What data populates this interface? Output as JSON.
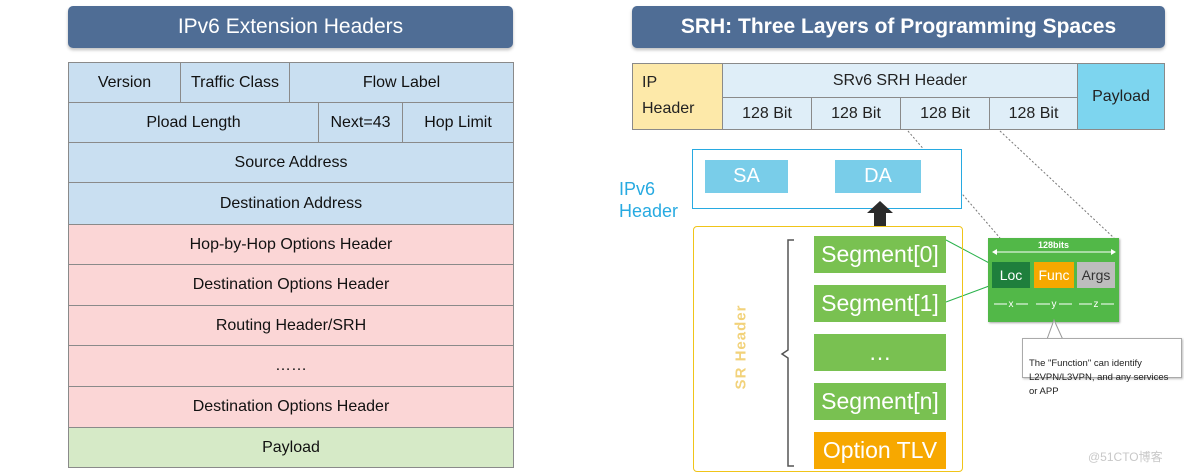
{
  "left": {
    "title": "IPv6 Extension Headers",
    "row1": {
      "version": "Version",
      "traffic_class": "Traffic Class",
      "flow_label": "Flow Label"
    },
    "row2": {
      "payload_length": "Pload Length",
      "next": "Next=43",
      "hop_limit": "Hop Limit"
    },
    "source": "Source Address",
    "destination": "Destination Address",
    "ext": [
      "Hop-by-Hop Options Header",
      "Destination Options Header",
      "Routing Header/SRH",
      "……",
      "Destination Options Header"
    ],
    "payload": "Payload"
  },
  "right": {
    "title": "SRH: Three Layers of Programming Spaces",
    "packet": {
      "ip_header": "IP\nHeader",
      "srh": "SRv6 SRH Header",
      "bits": [
        "128 Bit",
        "128 Bit",
        "128 Bit",
        "128 Bit"
      ],
      "payload": "Payload"
    },
    "ipv6_label": "IPv6\nHeader",
    "sa": "SA",
    "da": "DA",
    "sr_header_label": "SR Header",
    "segments": [
      "Segment[0]",
      "Segment[1]",
      "…",
      "Segment[n]"
    ],
    "option_tlv": "Option TLV",
    "sid": {
      "bits_label": "128bits",
      "loc": "Loc",
      "func": "Func",
      "args": "Args",
      "x": "x",
      "y": "y",
      "z": "z"
    },
    "note": "The \"Function\" can identify\nL2VPN/L3VPN, and any services or APP",
    "watermark": "@51CTO博客"
  },
  "colors": {
    "title_bar": "#4f6d95",
    "header_blue": "#c9dff1",
    "ext_pink": "#fbd6d6",
    "payload_green": "#d6eac7",
    "segment_green": "#79c151",
    "option_orange": "#f7a800",
    "ip_yellow": "#fde9a9",
    "srh_blue": "#dfeef8",
    "payload_cyan": "#7dd5ef",
    "ipv6_cyan": "#27aae1",
    "sa_da": "#79cde9"
  }
}
